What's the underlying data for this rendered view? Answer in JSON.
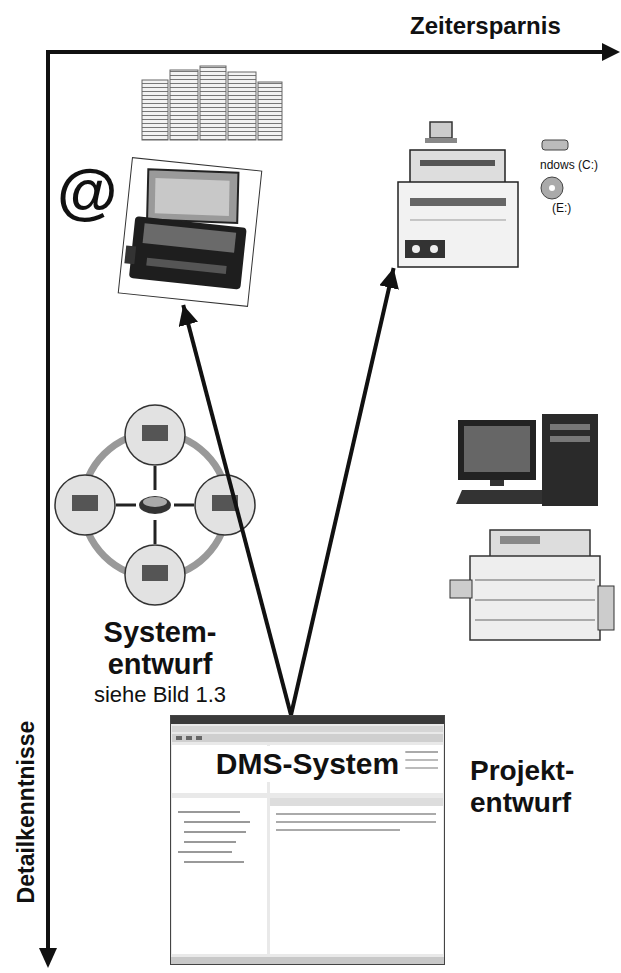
{
  "diagram": {
    "nodes": [
      {
        "text": [
          "@"
        ]
      },
      {
        "text": [
          "ndows (C:)",
          "(E:)"
        ]
      },
      {
        "text": [
          "System- entwurf",
          "siehe Bild 1.3"
        ]
      },
      {
        "text": [
          "DMS-System"
        ]
      }
    ],
    "edges": [
      {
        "from": 3,
        "to": 0,
        "arrow": "to"
      },
      {
        "from": 3,
        "to": 1,
        "arrow": "to"
      }
    ],
    "labels": [
      "Zeitersparnis",
      "Detailkenntnisse",
      "Projekt- entwurf"
    ]
  }
}
